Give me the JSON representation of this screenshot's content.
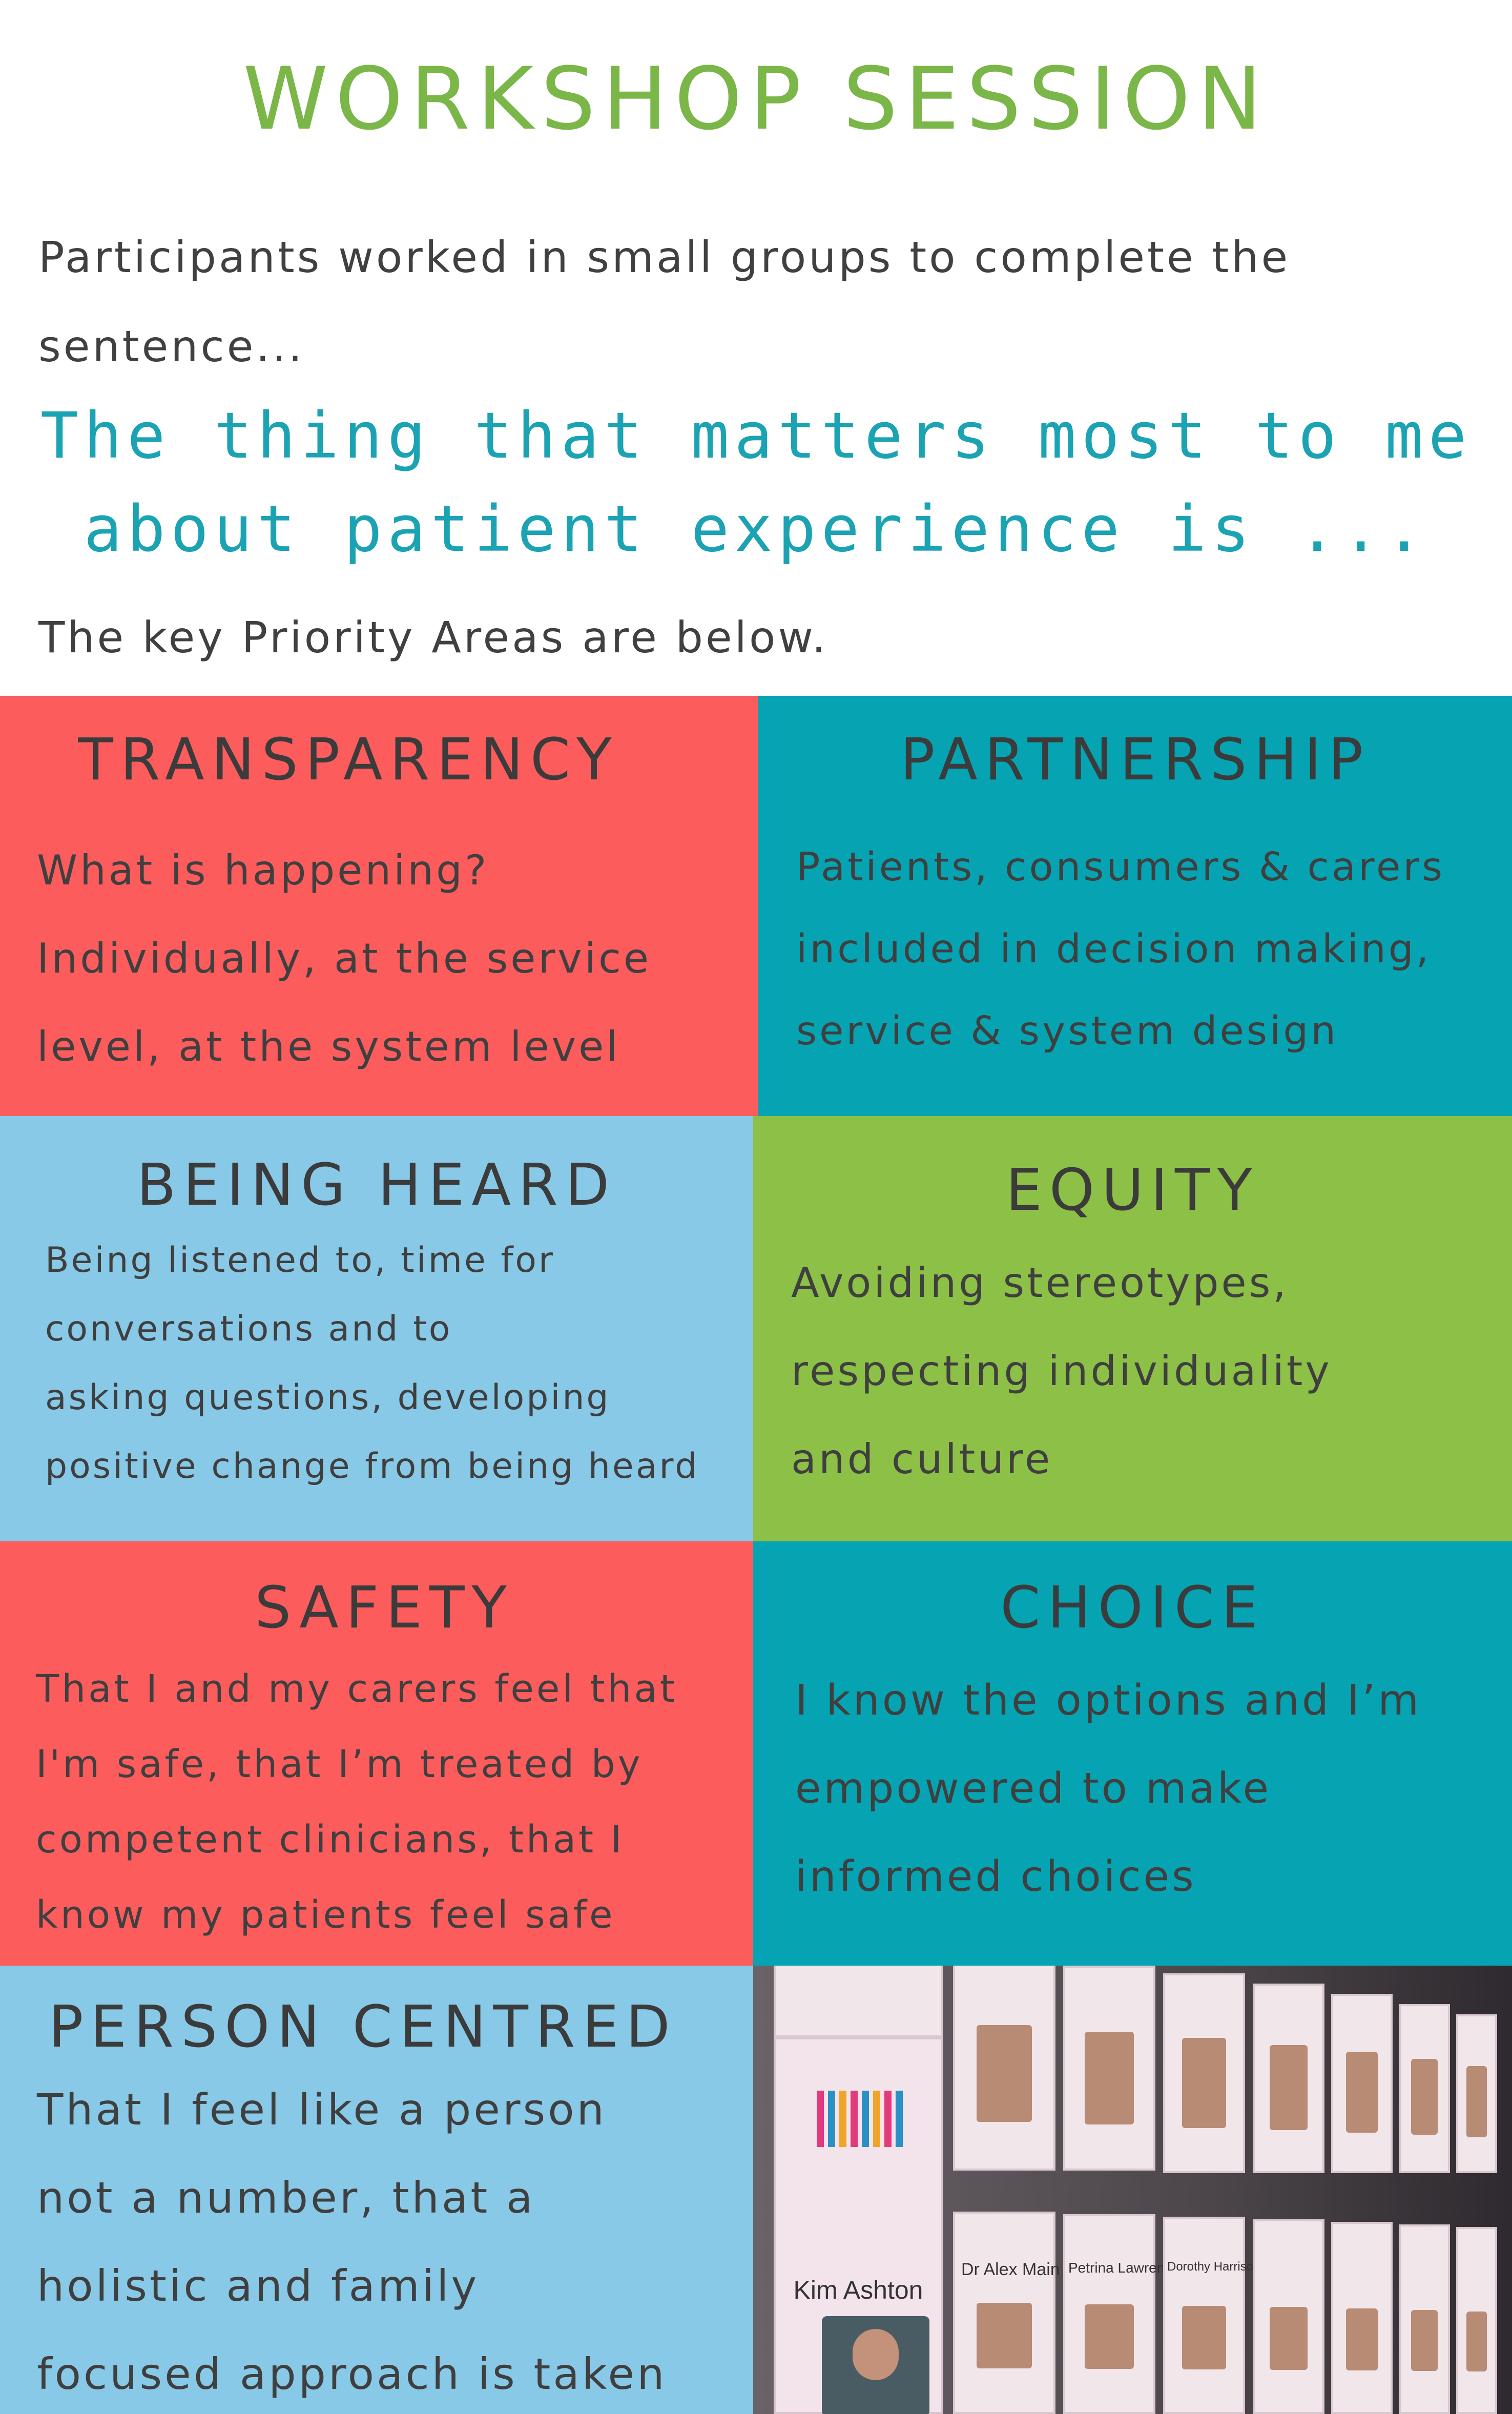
{
  "header": {
    "title": "WORKSHOP SESSION",
    "intro": "Participants worked in small groups to complete the sentence...",
    "quote_line1": "The thing that matters most to me",
    "quote_line2": "about patient experience is ...",
    "key_line": "The key Priority Areas are below."
  },
  "areas": {
    "transparency": {
      "title": "TRANSPARENCY",
      "lines": [
        "What is happening?",
        "Individually, at the service",
        "level, at the system level"
      ]
    },
    "partnership": {
      "title": "PARTNERSHIP",
      "lines": [
        "Patients, consumers & carers",
        "included in decision making,",
        "service & system design"
      ]
    },
    "being_heard": {
      "title": "BEING HEARD",
      "lines": [
        "Being listened to, time for",
        "conversations and to",
        "asking questions, developing",
        "positive change from being heard"
      ]
    },
    "equity": {
      "title": "EQUITY",
      "lines": [
        "Avoiding stereotypes,",
        "respecting individuality",
        "and culture"
      ]
    },
    "safety": {
      "title": "SAFETY",
      "lines": [
        "That I and my carers feel that",
        "I'm safe, that I’m treated by",
        "competent clinicians, that I",
        "know my patients feel safe"
      ]
    },
    "choice": {
      "title": "CHOICE",
      "lines": [
        "I know the options and I’m",
        "empowered to make",
        "informed choices"
      ]
    },
    "person_centred": {
      "title": "PERSON CENTRED",
      "lines": [
        "That I feel like a person",
        "not a number, that a",
        "holistic and family",
        "focused approach is taken"
      ]
    }
  },
  "photo": {
    "big_poster_name": "Kim Ashton",
    "small_names": [
      "Dr Alex Main",
      "Petrina Lawrence",
      "Dorothy Harrison"
    ]
  },
  "colors": {
    "red": "#fd5c5c",
    "teal": "#06a3b2",
    "light_blue": "#89c9e8",
    "green": "#8cc046",
    "title_green": "#7ab648",
    "quote_teal": "#1ba3b3"
  }
}
